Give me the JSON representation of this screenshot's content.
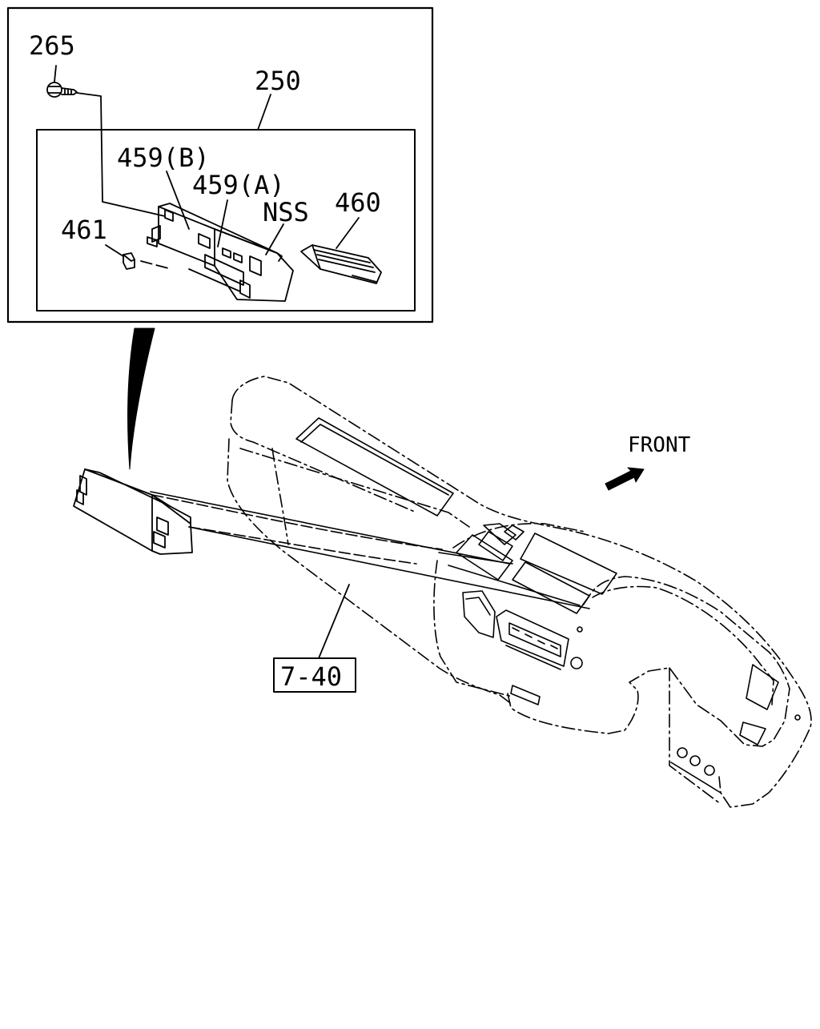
{
  "labels": {
    "screw": "265",
    "assembly": "250",
    "unit_b": "459(B)",
    "unit_a": "459(A)",
    "nss": "NSS",
    "panel": "460",
    "clip": "461",
    "front": "FRONT",
    "ref": "7-40"
  }
}
